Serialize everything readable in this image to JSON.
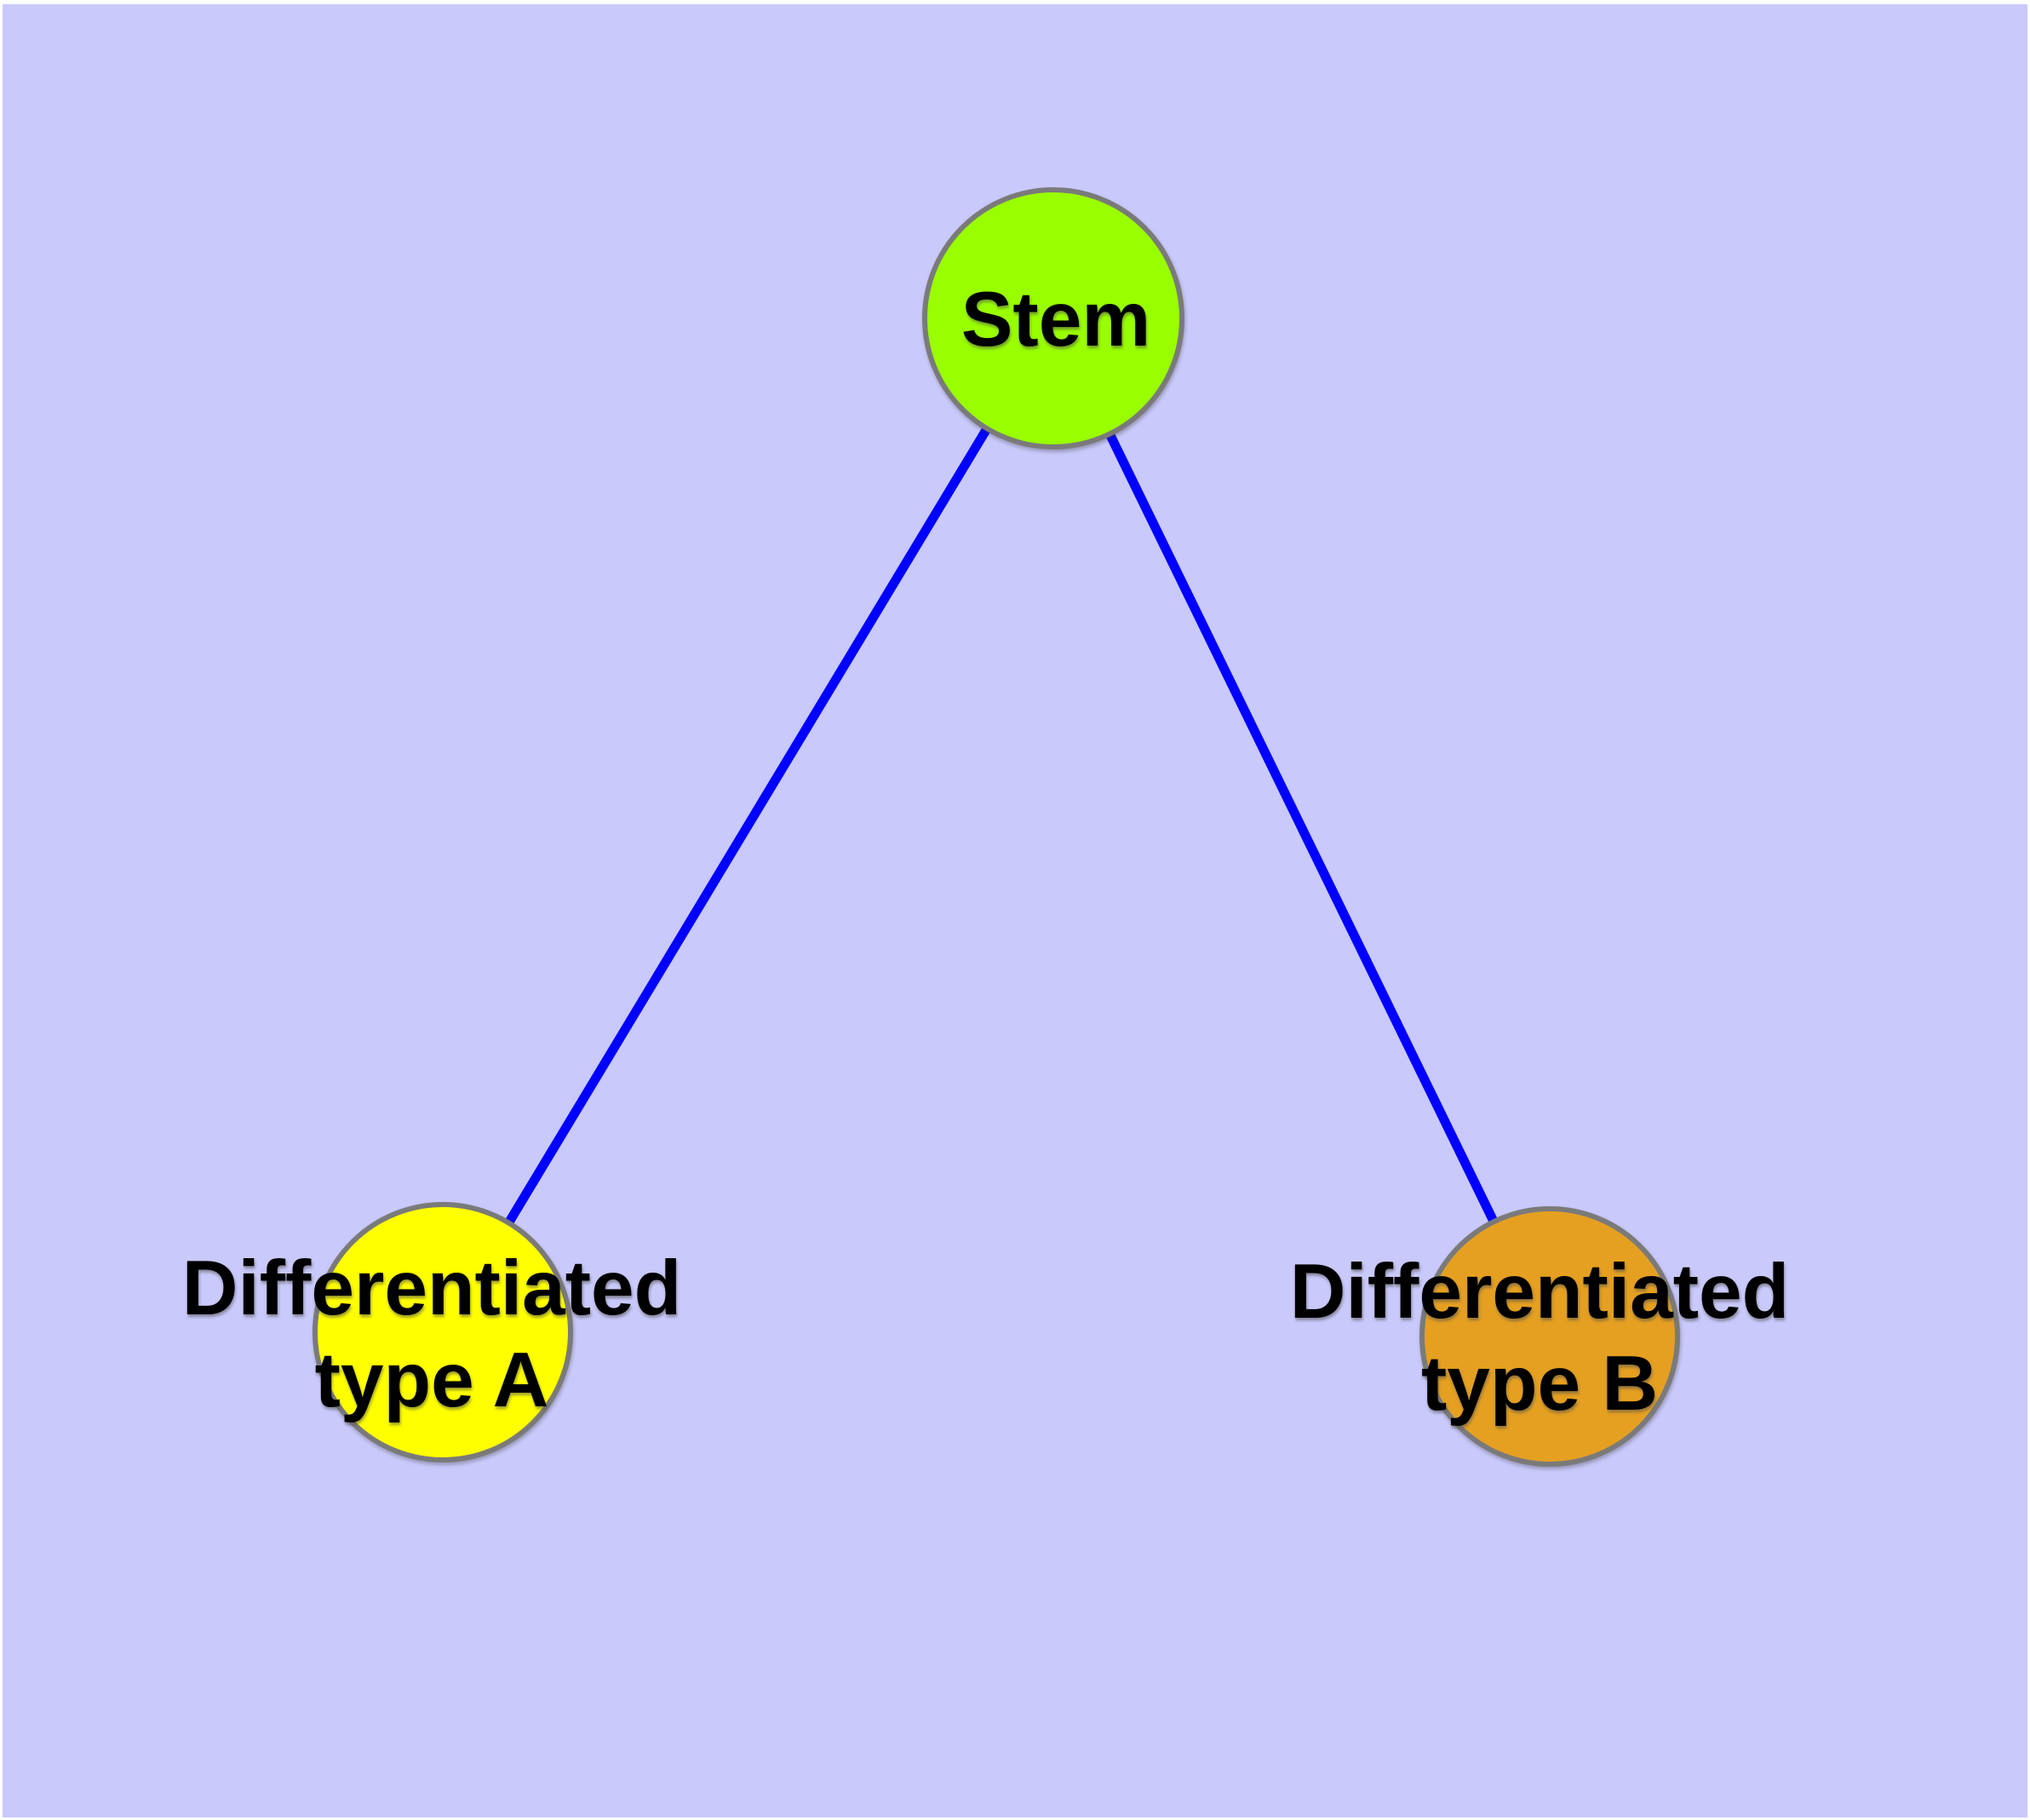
{
  "figure": {
    "page_background_color": "#FFFFFF",
    "canvas_background_color": "#C9C9FB"
  },
  "edge_style": {
    "color": "#0000FF"
  },
  "node_style": {
    "border_color": "#7A7A7A",
    "label_color": "#000000"
  },
  "nodes": [
    {
      "label": "Stem",
      "fill": "#99FF00"
    },
    {
      "label": "Differentiated type A",
      "label_line1": "Differentiated",
      "label_line2": "type A",
      "fill": "#FFFF00"
    },
    {
      "label": "Differentiated type B",
      "label_line1": "Differentiated",
      "label_line2": "type B",
      "fill": "#E5A021"
    }
  ],
  "edges": [
    {
      "from": "Stem",
      "to": "Differentiated type A"
    },
    {
      "from": "Stem",
      "to": "Differentiated type B"
    }
  ]
}
